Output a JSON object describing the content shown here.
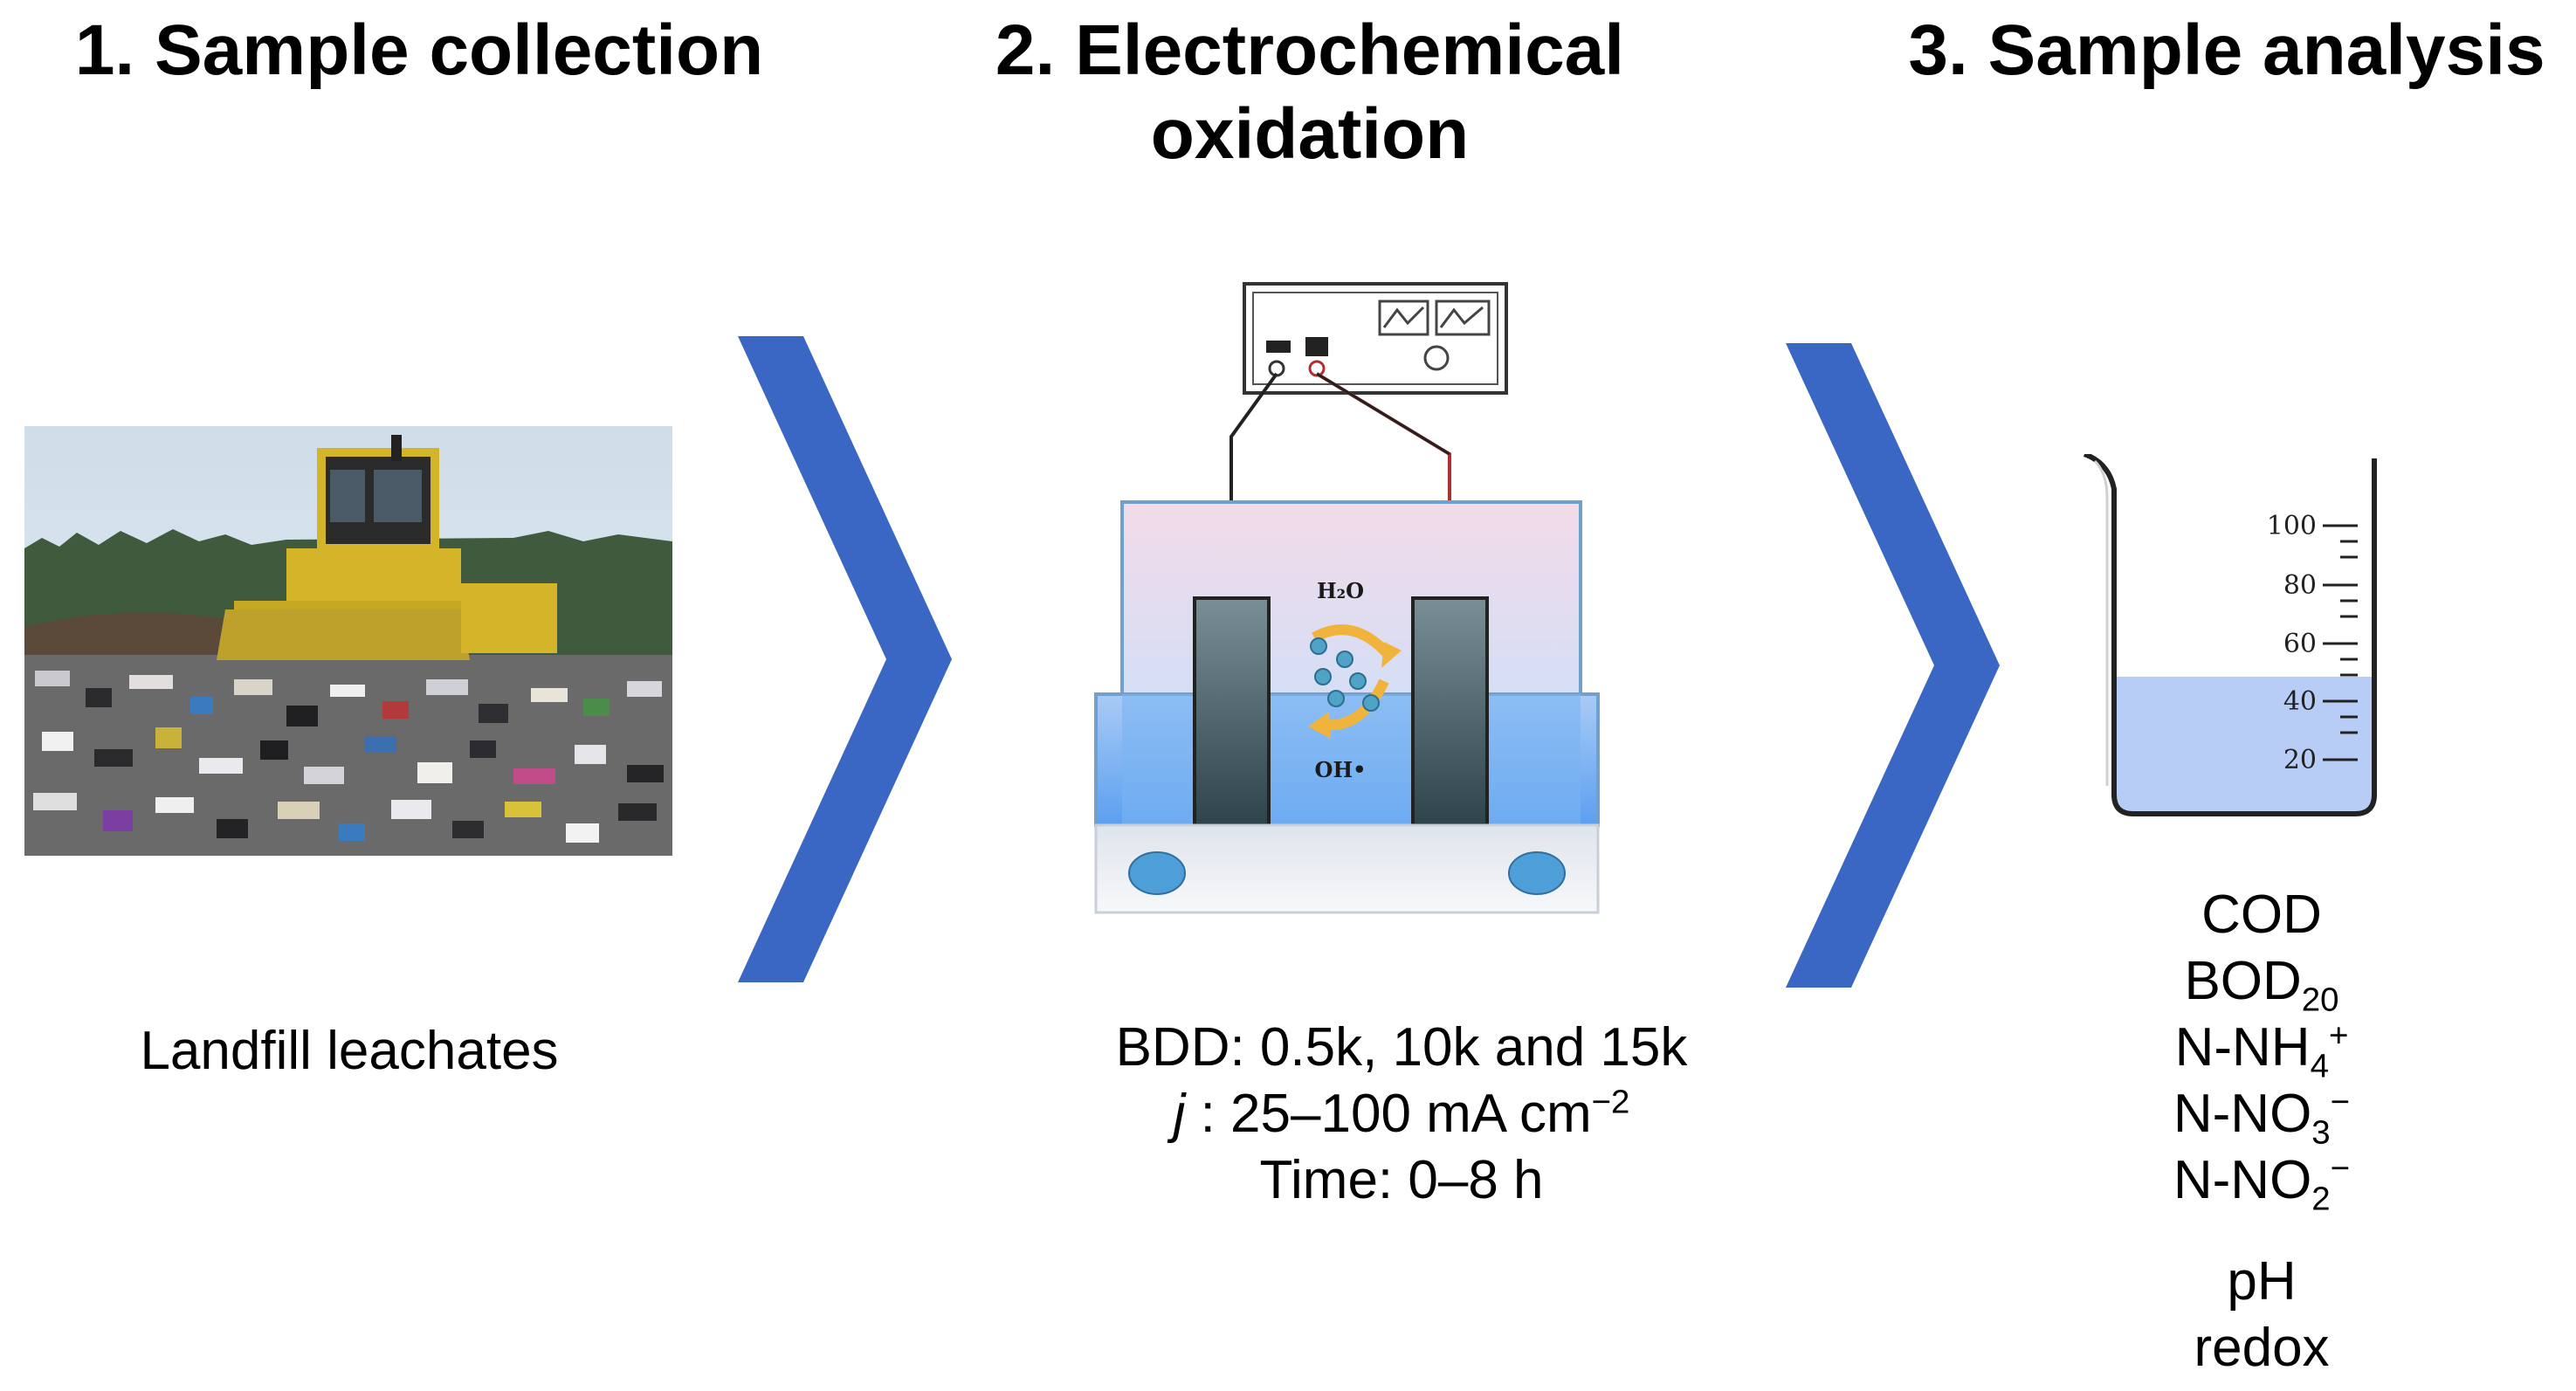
{
  "steps": {
    "step1_title": "1. Sample collection",
    "step2_title_line1": "2. Electrochemical",
    "step2_title_line2": "oxidation",
    "step3_title": "3. Sample analysis"
  },
  "step1": {
    "caption": "Landfill leachates"
  },
  "step2": {
    "bdd_label": "BDD: 0.5k, 10k and 15k",
    "j_symbol": "j",
    "j_value": " : 25–100 mA cm",
    "j_exponent": "−2",
    "time_label": "Time: 0–8 h",
    "cell_h2o": "H₂O",
    "cell_oh": "OH•"
  },
  "step3": {
    "beaker_marks": [
      "100",
      "80",
      "60",
      "40",
      "20"
    ],
    "parameters": {
      "cod": "COD",
      "bod_base": "BOD",
      "bod_sub": "20",
      "nh4_base": "N-NH",
      "nh4_sub": "4",
      "nh4_sup": "+",
      "no3_base": "N-NO",
      "no3_sub": "3",
      "no3_sup": "−",
      "no2_base": "N-NO",
      "no2_sub": "2",
      "no2_sup": "−",
      "ph": "pH",
      "redox": "redox"
    }
  },
  "colors": {
    "arrow_blue": "#3a66c4",
    "liquid_blue": "#6aa8f0",
    "beaker_liquid": "#b7cdf5",
    "electrode": "#4e6670",
    "bubble": "#4fa3c7",
    "curve_arrow": "#f0b43c"
  }
}
